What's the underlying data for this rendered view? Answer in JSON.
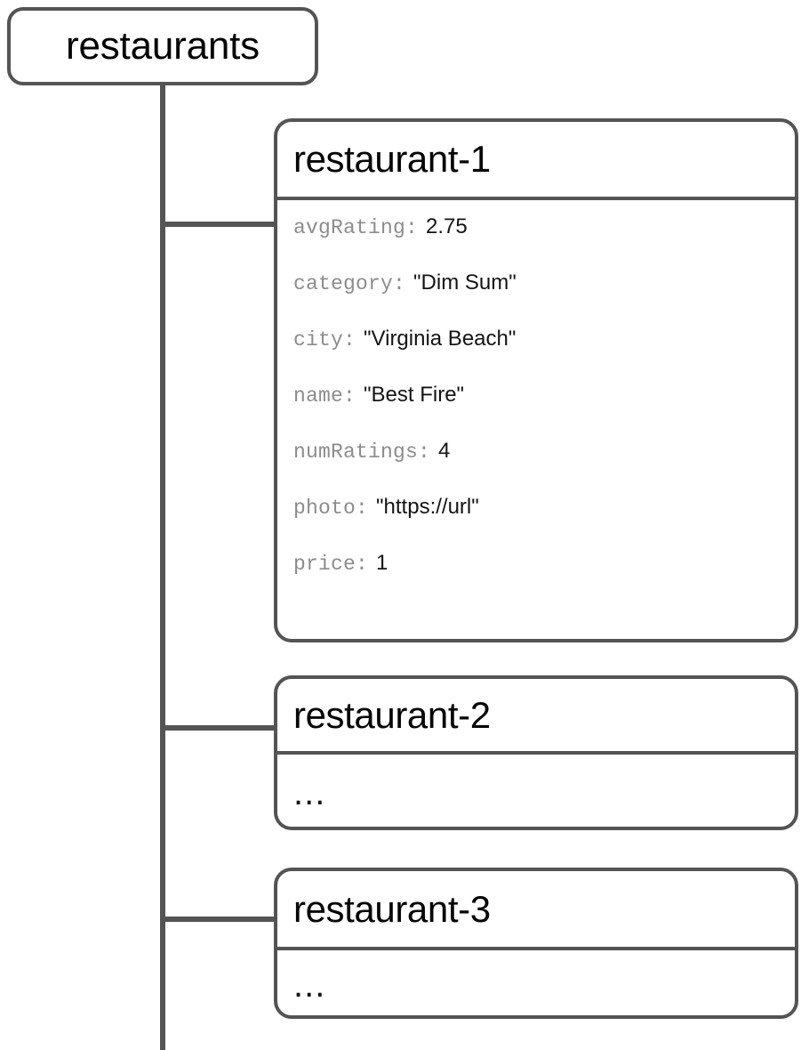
{
  "diagram": {
    "type": "firestore-data-model-tree",
    "stroke_color": "#545454",
    "background_color": "#ffffff",
    "key_text_color": "#8c8c8c",
    "value_text_color": "#141414"
  },
  "root": {
    "label": "restaurants",
    "kind": "collection"
  },
  "documents": [
    {
      "id": "restaurant-1",
      "kind": "document",
      "fields": [
        {
          "key": "avgRating:",
          "value": "2.75"
        },
        {
          "key": "category:",
          "value": "\"Dim Sum\""
        },
        {
          "key": "city:",
          "value": "\"Virginia Beach\""
        },
        {
          "key": "name:",
          "value": "\"Best Fire\""
        },
        {
          "key": "numRatings:",
          "value": "4"
        },
        {
          "key": "photo:",
          "value": "\"https://url\""
        },
        {
          "key": "price:",
          "value": "1"
        }
      ]
    },
    {
      "id": "restaurant-2",
      "kind": "document",
      "placeholder": "..."
    },
    {
      "id": "restaurant-3",
      "kind": "document",
      "placeholder": "..."
    }
  ]
}
